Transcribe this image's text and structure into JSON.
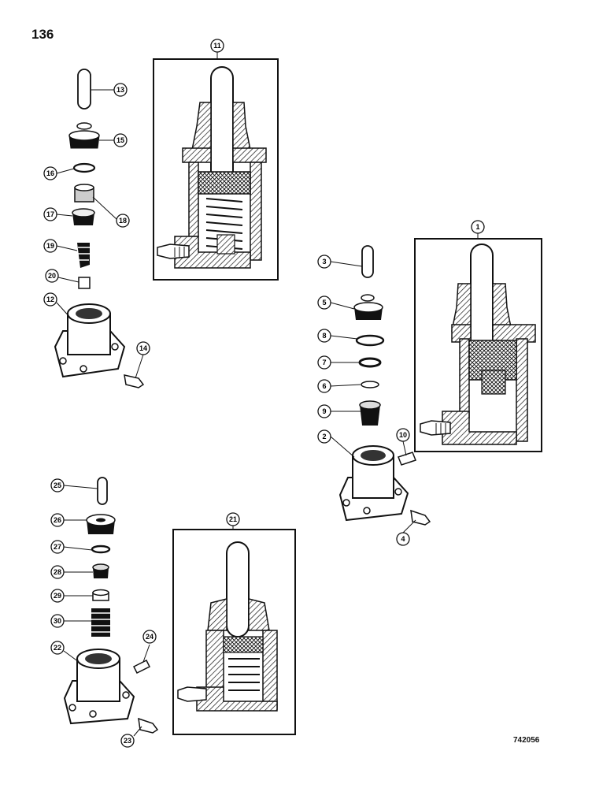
{
  "page_number": "136",
  "figure_code": "742056",
  "callouts": [
    "1",
    "2",
    "3",
    "4",
    "5",
    "6",
    "7",
    "8",
    "9",
    "10",
    "11",
    "12",
    "13",
    "14",
    "15",
    "16",
    "17",
    "18",
    "19",
    "20",
    "21",
    "22",
    "23",
    "24",
    "25",
    "26",
    "27",
    "28",
    "29",
    "30"
  ]
}
